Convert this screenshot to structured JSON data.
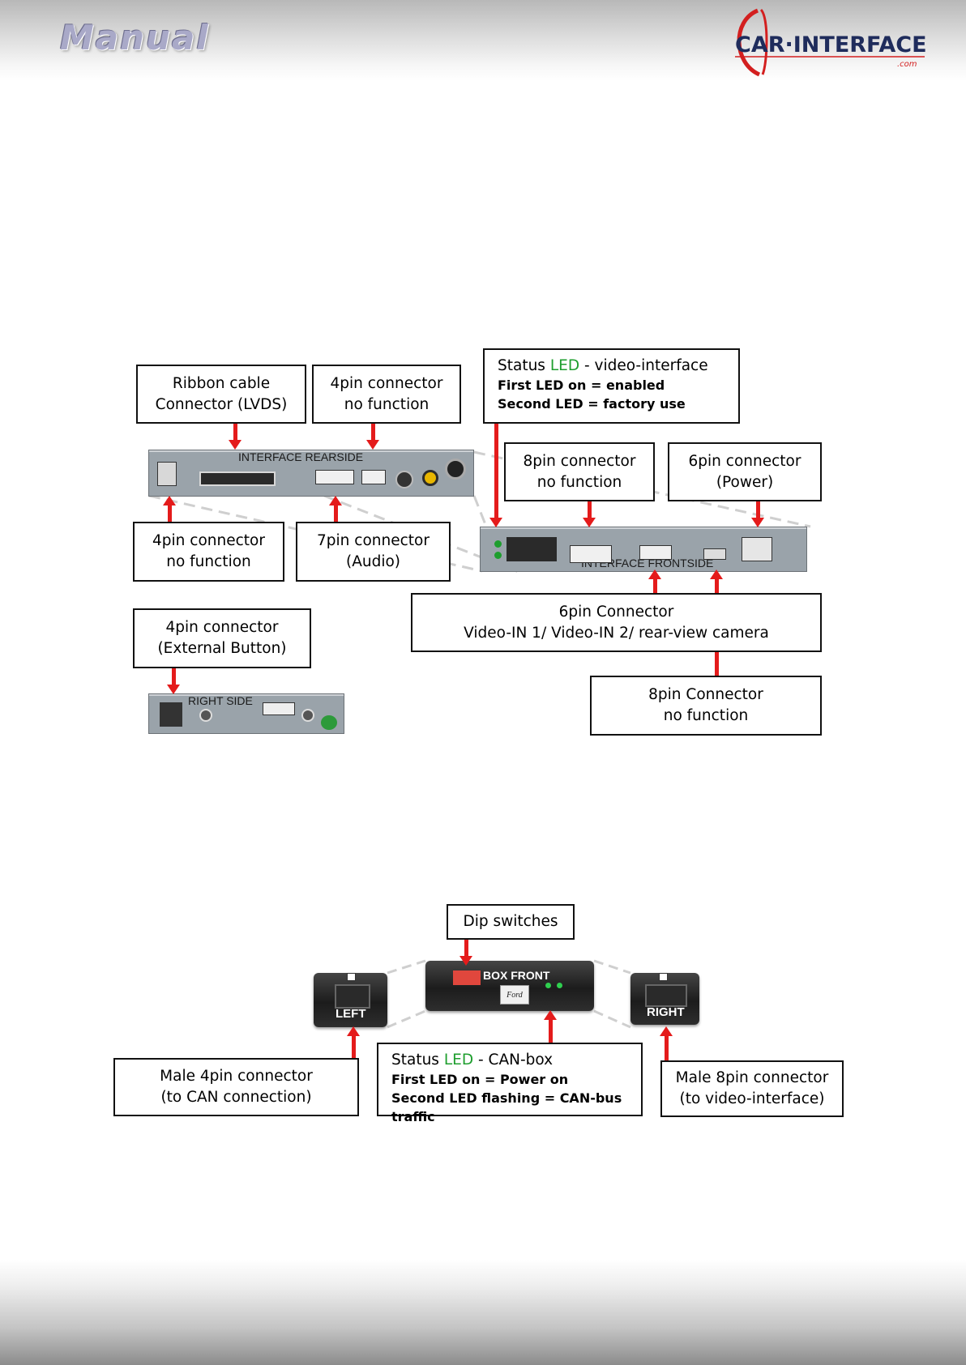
{
  "header": {
    "title": "Manual",
    "logo_text": "CAR·INTERFACE",
    "logo_sub": ".com"
  },
  "diagram1": {
    "rearside_label": "INTERFACE  REARSIDE",
    "frontside_label": "INTERFACE  FRONTSIDE",
    "rightside_label": "RIGHT SIDE",
    "ribbon": {
      "line1": "Ribbon cable",
      "line2": "Connector (LVDS)"
    },
    "pin4_top": {
      "line1": "4pin connector",
      "line2": "no function"
    },
    "status_led": {
      "prefix": "Status ",
      "led": "LED",
      "suffix": " - video-interface",
      "line2": "First LED on = enabled",
      "line3": "Second LED =  factory use"
    },
    "pin8_top": {
      "line1": "8pin connector",
      "line2": "no function"
    },
    "pin6_power": {
      "line1": "6pin connector",
      "line2": "(Power)"
    },
    "pin4_left": {
      "line1": "4pin connector",
      "line2": "no function"
    },
    "pin7_audio": {
      "line1": "7pin connector",
      "line2": "(Audio)"
    },
    "pin6_video": {
      "line1": "6pin Connector",
      "line2": "Video-IN 1/ Video-IN 2/  rear-view camera"
    },
    "pin4_button": {
      "line1": "4pin connector",
      "line2": "(External Button)"
    },
    "pin8_bottom": {
      "line1": "8pin Connector",
      "line2": "no function"
    }
  },
  "diagram2": {
    "box_front_label": "BOX FRONT",
    "left_label": "LEFT",
    "right_label": "RIGHT",
    "ford_label": "Ford",
    "dip": {
      "label": "Dip switches"
    },
    "male4": {
      "line1": "Male 4pin connector",
      "line2": "(to CAN connection)"
    },
    "status_can": {
      "prefix": "Status ",
      "led": "LED",
      "suffix": " - CAN-box",
      "line2": "First LED on = Power on",
      "line3": "Second LED flashing = CAN-bus traffic"
    },
    "male8": {
      "line1": "Male 8pin connector",
      "line2": "(to video-interface)"
    }
  },
  "colors": {
    "arrow": "#e41b1b",
    "led_green": "#1e9e2e",
    "panel": "#9aa3aa"
  }
}
